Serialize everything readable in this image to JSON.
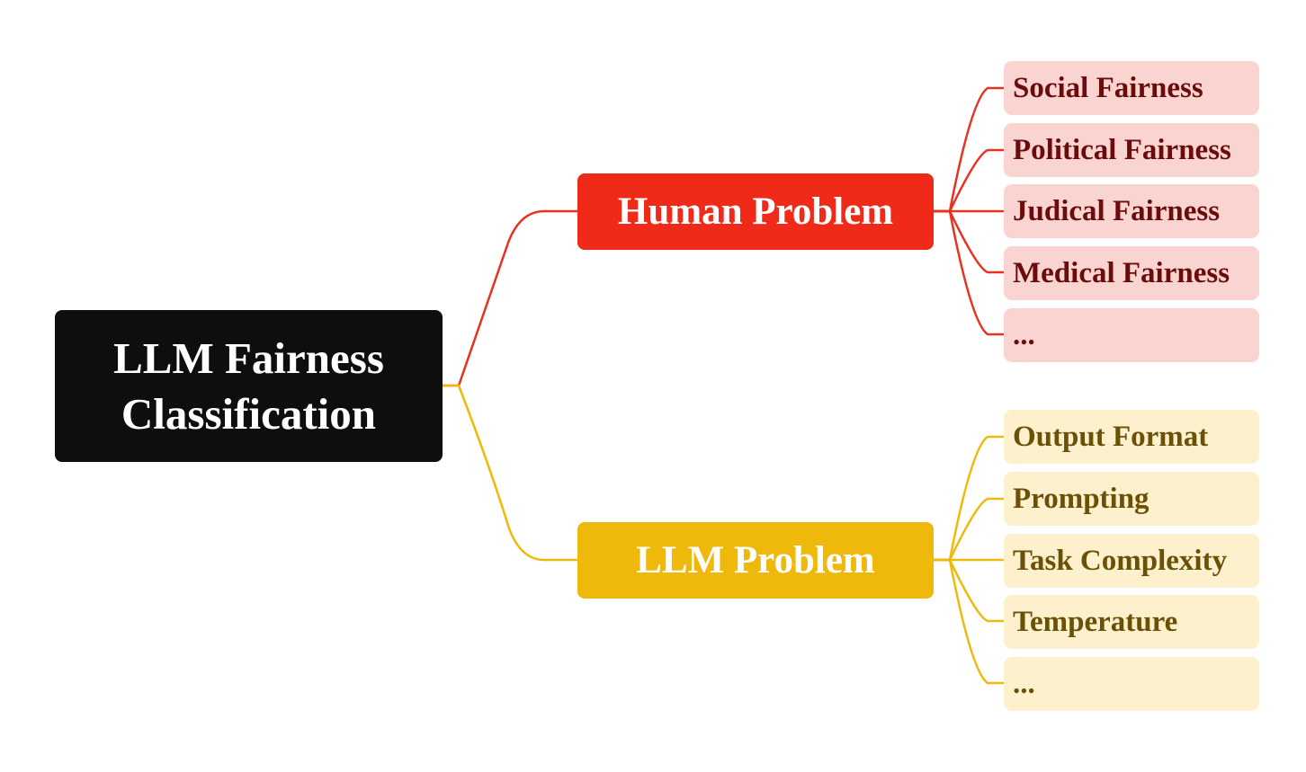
{
  "root": {
    "title_line1": "LLM Fairness",
    "title_line2": "Classification",
    "color": "#0e0e0e"
  },
  "branches": [
    {
      "label": "Human Problem",
      "color": "#f02a19",
      "leaf_color": "#fad4d0",
      "leaf_text_color": "#6b0c0c",
      "children": [
        "Social Fairness",
        "Political Fairness",
        "Judical Fairness",
        "Medical Fairness",
        "..."
      ]
    },
    {
      "label": "LLM Problem",
      "color": "#eeb90a",
      "leaf_color": "#fdf0cc",
      "leaf_text_color": "#6b5108",
      "children": [
        "Output Format",
        "Prompting",
        "Task Complexity",
        "Temperature",
        "..."
      ]
    }
  ]
}
